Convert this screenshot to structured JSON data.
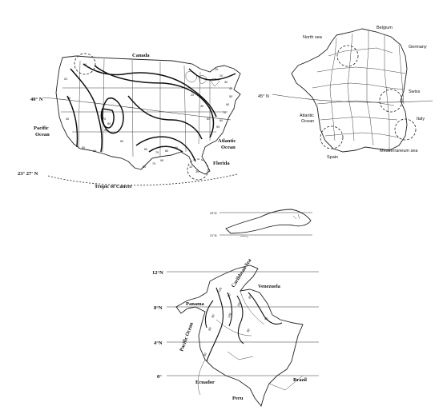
{
  "usa_map": {
    "labels": {
      "canada": "Canada",
      "pacific_ocean_1": "Pacific",
      "pacific_ocean_2": "Ocean",
      "atlantic_ocean_1": "Atlantic",
      "atlantic_ocean_2": "Ocean",
      "florida": "Florida",
      "lat_40": "40° N",
      "lat_23": "23° 27' N",
      "tropic": "Tropic of Cancer"
    },
    "isoline_values": [
      "10",
      "20",
      "30",
      "40",
      "50",
      "60",
      "70",
      "80",
      "90",
      "50",
      "60",
      "70",
      "80",
      "90",
      "10",
      "20",
      "30",
      "40",
      "50",
      "60",
      "70",
      "80",
      "90",
      "10",
      "30",
      "50",
      "70",
      "90",
      "20",
      "40",
      "60"
    ]
  },
  "france_map": {
    "labels": {
      "north_sea": "North sea",
      "belgium": "Belgium",
      "germany": "Germany",
      "swiss": "Swiss",
      "italy": "Italy",
      "atlantic_1": "Atlantic",
      "atlantic_2": "Ocean",
      "spain": "Spain",
      "mediterranean": "Mediterraneum sea",
      "lat_45": "45° N"
    }
  },
  "cuba_map": {
    "labels": {
      "lat_top": "23°N",
      "lat_bottom": "21°N"
    }
  },
  "colombia_map": {
    "labels": {
      "lat_12": "12°N",
      "lat_8": "8°N",
      "lat_4": "4°N",
      "lat_0": "0°",
      "caribbean": "Caribbean Sea",
      "venezuela": "Venezuela",
      "panama": "Panama",
      "pacific": "Pacific Ocean",
      "ecuador": "Ecuador",
      "brazil": "Brazil",
      "peru": "Peru"
    },
    "isoline_values": [
      "120",
      "90",
      "60",
      "150",
      "90",
      "120",
      "60",
      "90",
      "40",
      "60"
    ]
  }
}
